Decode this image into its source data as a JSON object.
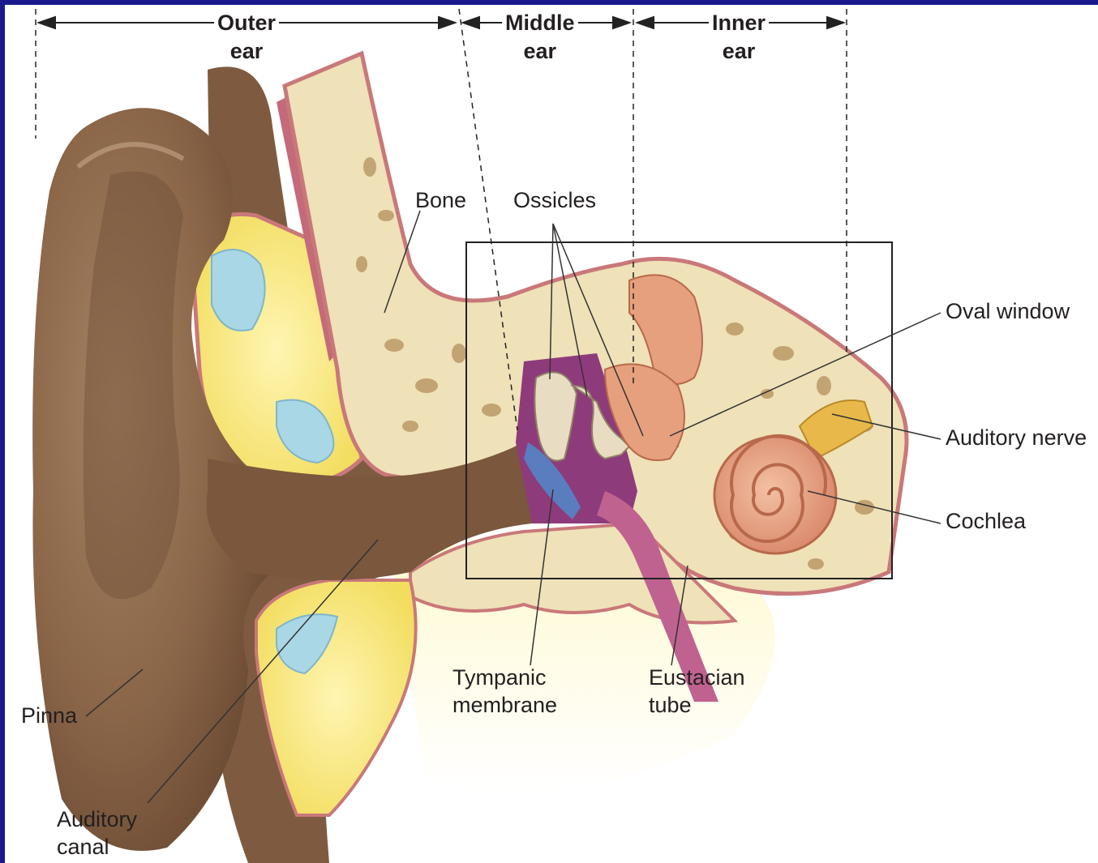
{
  "regions": {
    "outer": "Outer\near",
    "middle": "Middle\near",
    "inner": "Inner\near"
  },
  "labels": {
    "bone": "Bone",
    "ossicles": "Ossicles",
    "oval_window": "Oval window",
    "auditory_nerve": "Auditory nerve",
    "cochlea": "Cochlea",
    "tympanic_membrane": "Tympanic\nmembrane",
    "eustacian_tube": "Eustacian\ntube",
    "pinna": "Pinna",
    "auditory_canal": "Auditory\ncanal"
  },
  "colors": {
    "frame_border": "#1a1a8c",
    "skin": "#8a6548",
    "bone": "#efe1b8",
    "fat": "#f5e67a",
    "cartilage": "#a9d7e6",
    "cochlea": "#e7a07e",
    "tympanic": "#5a7dbf",
    "middle_ear_cavity": "#8e3b7c",
    "eustachian": "#c0628f",
    "nerve": "#e8b94a"
  }
}
